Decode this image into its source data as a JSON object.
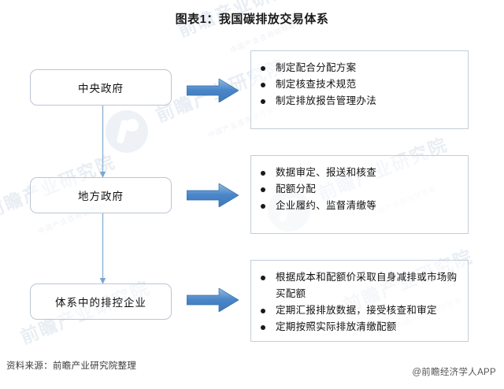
{
  "title": "图表1：我国碳排放交易体系",
  "colors": {
    "arrow_fill": "#4a86c8",
    "arrow_fill_light": "#a8c6e4",
    "box_border": "#bac6d3",
    "detail_border": "#c2cedb",
    "connector": "#8fb4d4",
    "text": "#111111",
    "watermark": "#e9eef4"
  },
  "rows": [
    {
      "role": "中央政府",
      "arrow_name": "arrow-central-to-duties",
      "items": [
        "制定配合分配方案",
        "制定核查技术规范",
        "制定排放报告管理办法"
      ]
    },
    {
      "role": "地方政府",
      "arrow_name": "arrow-local-to-duties",
      "items": [
        "数据审定、报送和核查",
        "配额分配",
        "企业履约、监督清缴等"
      ]
    },
    {
      "role": "体系中的排控企业",
      "arrow_name": "arrow-enterprise-to-duties",
      "items": [
        "根据成本和配额价采取自身减排或市场购买配额",
        "定期汇报排放数据，接受核查和审定",
        "定期按照实际排放清缴配额"
      ]
    }
  ],
  "footer": {
    "source": "资料来源：前瞻产业研究院整理",
    "credit": "@前瞻经济学人APP"
  },
  "watermarks": {
    "brand": "前瞻产业研究院",
    "tagline": "中国产业咨询领导者",
    "logo_icon": "qianzhan-logo-icon"
  }
}
